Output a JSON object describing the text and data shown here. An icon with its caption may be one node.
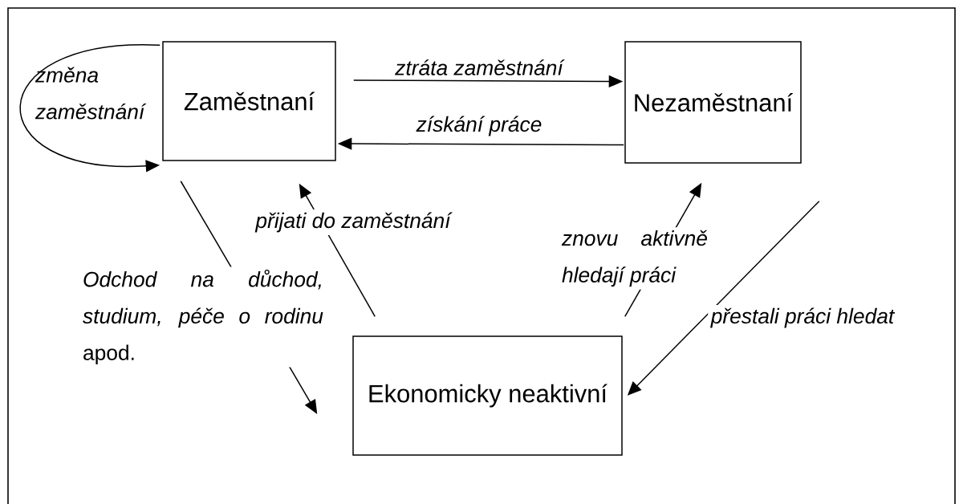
{
  "diagram": {
    "nodes": [
      {
        "text": [
          "Zaměstnaní"
        ]
      },
      {
        "text": [
          "Nezaměstnaní"
        ]
      },
      {
        "text": [
          "Ekonomicky neaktivní"
        ]
      }
    ],
    "edges": [
      {
        "from": 0,
        "to": 0,
        "arrow": "to",
        "label": "změna zaměstnání"
      },
      {
        "from": 0,
        "to": 1,
        "arrow": "to",
        "label": "ztráta zaměstnání"
      },
      {
        "from": 1,
        "to": 0,
        "arrow": "to",
        "label": "získání práce"
      },
      {
        "from": 2,
        "to": 0,
        "arrow": "to",
        "label": "přijati do zaměstnání"
      },
      {
        "from": 2,
        "to": 1,
        "arrow": "to",
        "label": "znovu aktivně hledají práci"
      },
      {
        "from": 1,
        "to": 2,
        "arrow": "to",
        "label": "přestali práci hledat"
      },
      {
        "from": 0,
        "to": 2,
        "arrow": "to",
        "label": "*Odchod na důchod, studium, péče o rodinu* apod."
      }
    ]
  }
}
